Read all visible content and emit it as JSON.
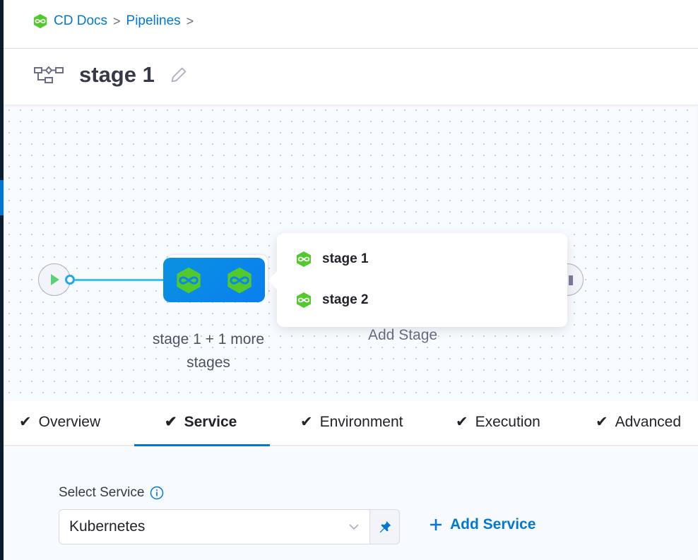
{
  "breadcrumb": {
    "items": [
      "CD Docs",
      "Pipelines"
    ]
  },
  "header": {
    "title": "stage 1"
  },
  "pipeline": {
    "node_label": "stage 1 + 1 more stages",
    "add_stage": "Add Stage",
    "popover_items": [
      {
        "label": "stage 1"
      },
      {
        "label": "stage 2"
      }
    ]
  },
  "tabs": [
    {
      "label": "Overview"
    },
    {
      "label": "Service",
      "active": true
    },
    {
      "label": "Environment"
    },
    {
      "label": "Execution"
    },
    {
      "label": "Advanced"
    }
  ],
  "service": {
    "label": "Select Service",
    "value": "Kubernetes",
    "add_label": "Add Service"
  },
  "colors": {
    "accent": "#0278d5",
    "cd_green": "#4cc72b",
    "node_blue": "#0a88e8"
  }
}
